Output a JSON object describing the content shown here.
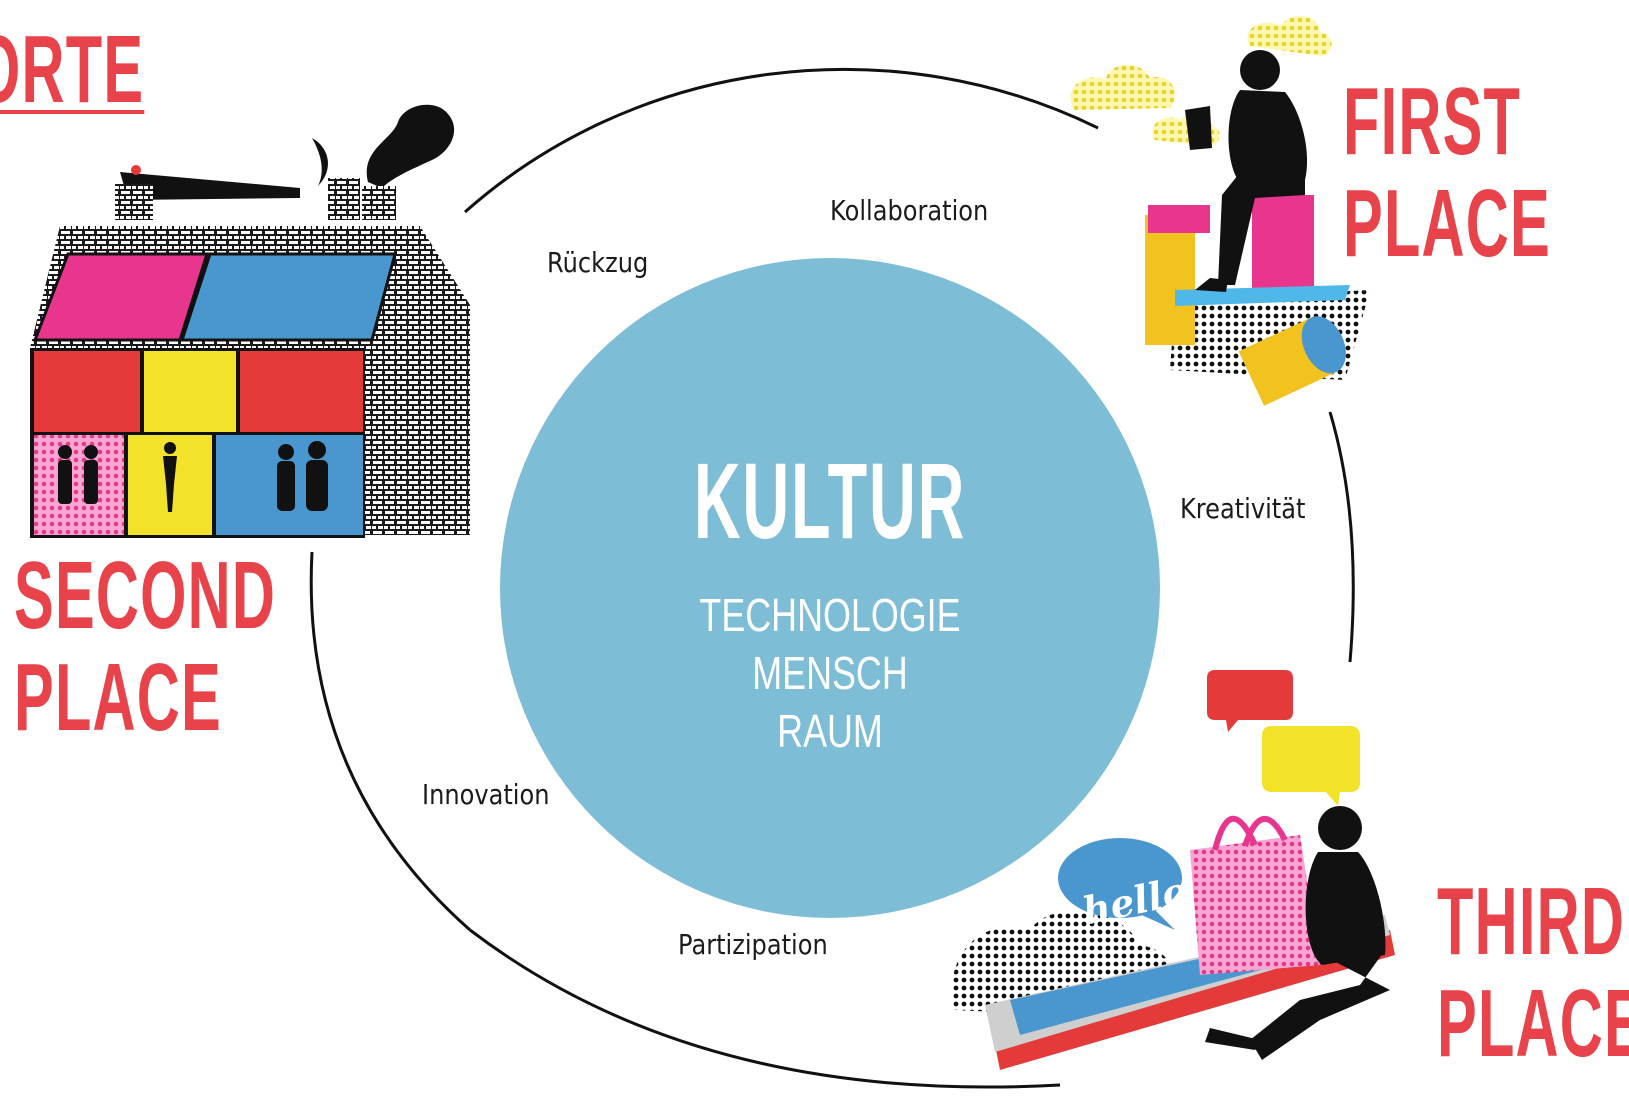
{
  "headings": {
    "top_left": "ORTE",
    "first_place": [
      "FIRST",
      "PLACE"
    ],
    "second_place": [
      "SECOND",
      "PLACE"
    ],
    "third_place": [
      "THIRD",
      "PLACE"
    ]
  },
  "center": {
    "title": "KULTUR",
    "lines": [
      "TECHNOLOGIE",
      "MENSCH",
      "RAUM"
    ]
  },
  "ring_labels": {
    "kollaboration": "Kollaboration",
    "rueckzug": "Rückzug",
    "kreativitaet": "Kreativität",
    "innovation": "Innovation",
    "partizipation": "Partizipation"
  },
  "illustration_text": {
    "hello_bubble": "hello"
  },
  "colors": {
    "accent_red": "#e8434a",
    "center_circle": "#7dbdd6",
    "magenta": "#e8368f",
    "yellow": "#f2e22a",
    "blue": "#4a96cf",
    "red": "#e43a3a"
  }
}
